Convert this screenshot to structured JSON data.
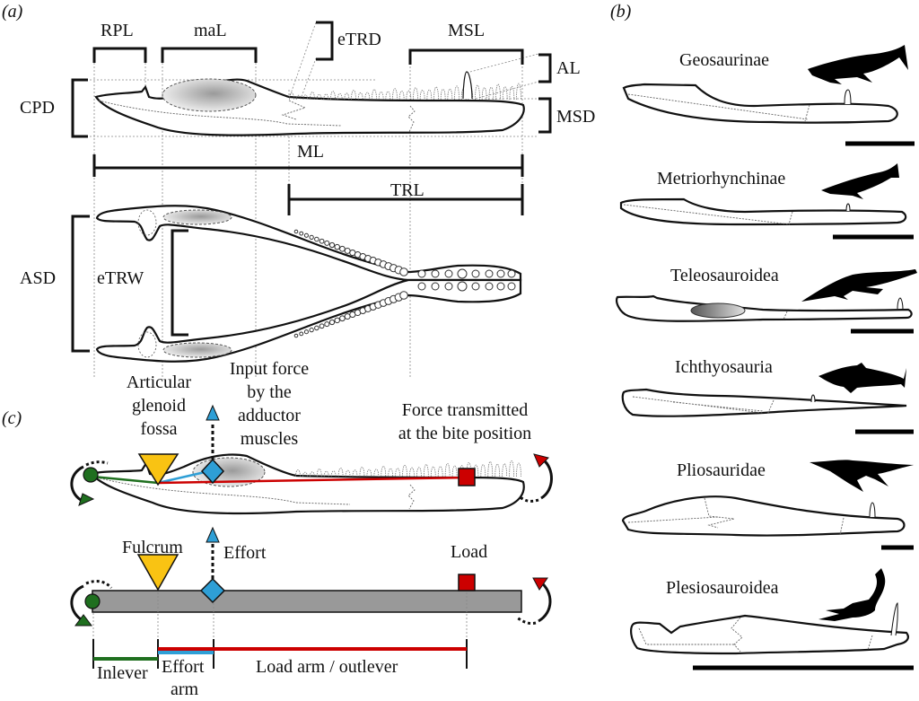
{
  "panels": {
    "a": {
      "label": "(a)"
    },
    "b": {
      "label": "(b)"
    },
    "c": {
      "label": "(c)"
    }
  },
  "panel_a": {
    "measurements": {
      "RPL": "RPL",
      "maL": "maL",
      "eTRD": "eTRD",
      "MSL": "MSL",
      "AL": "AL",
      "CPD": "CPD",
      "MSD": "MSD",
      "ML": "ML",
      "TRL": "TRL",
      "ASD": "ASD",
      "eTRW": "eTRW"
    }
  },
  "panel_b": {
    "taxa": [
      {
        "name": "Geosaurinae"
      },
      {
        "name": "Metriorhynchinae"
      },
      {
        "name": "Teleosauroidea"
      },
      {
        "name": "Ichthyosauria"
      },
      {
        "name": "Pliosauridae"
      },
      {
        "name": "Plesiosauroidea"
      }
    ]
  },
  "panel_c": {
    "jaw_labels": {
      "fulcrum_line1": "Articular",
      "fulcrum_line2": "glenoid",
      "fulcrum_line3": "fossa",
      "input_line1": "Input force",
      "input_line2": "by the",
      "input_line3": "adductor",
      "input_line4": "muscles",
      "output_line1": "Force transmitted",
      "output_line2": "at the bite position"
    },
    "lever_labels": {
      "fulcrum": "Fulcrum",
      "effort": "Effort",
      "load": "Load",
      "inlever": "Inlever",
      "effort_arm_line1": "Effort",
      "effort_arm_line2": "arm",
      "load_arm": "Load arm / outlever"
    },
    "colors": {
      "fulcrum": "#F9C313",
      "effort": "#2E9FD6",
      "load": "#CC0000",
      "pivot": "#1F6F1F",
      "bar": "#999999"
    }
  }
}
